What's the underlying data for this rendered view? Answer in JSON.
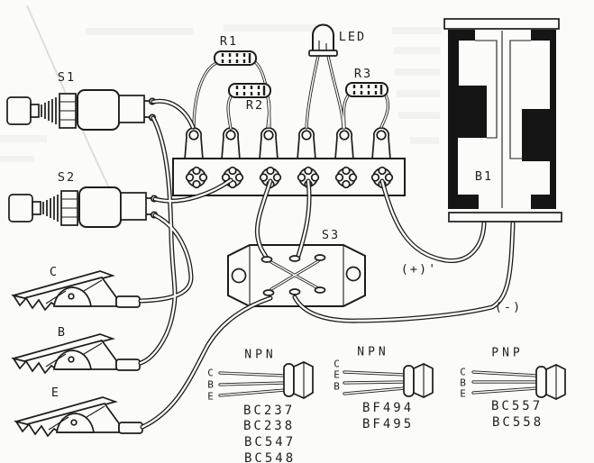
{
  "colors": {
    "ink": "#1c1c1c",
    "paper": "#fbfbf9"
  },
  "components": {
    "s1": "S1",
    "s2": "S2",
    "s3": "S3",
    "r1": "R1",
    "r2": "R2",
    "r3": "R3",
    "led": "LED",
    "b1": "B1",
    "battery_plus": "(+)'",
    "battery_minus": "(-)"
  },
  "clips": {
    "c": "C",
    "b": "B",
    "e": "E"
  },
  "transistor_groups": [
    {
      "type": "NPN",
      "pins": [
        "C",
        "B",
        "E"
      ],
      "models": [
        "BC237",
        "BC238",
        "BC547",
        "BC548"
      ]
    },
    {
      "type": "NPN",
      "pins": [
        "C",
        "E",
        "B"
      ],
      "models": [
        "BF494",
        "BF495"
      ]
    },
    {
      "type": "PNP",
      "pins": [
        "C",
        "B",
        "E"
      ],
      "models": [
        "BC557",
        "BC558"
      ]
    }
  ]
}
